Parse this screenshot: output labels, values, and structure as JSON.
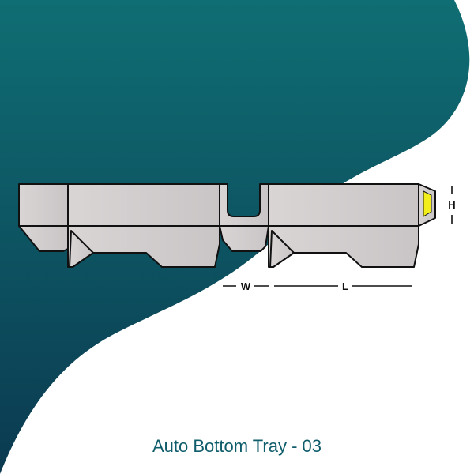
{
  "caption": "Auto Bottom Tray - 03",
  "dimensions": {
    "width_label": "W",
    "length_label": "L",
    "height_label": "H"
  },
  "colors": {
    "background_dark": "#0b3d52",
    "background_teal": "#0f6a72",
    "panel_fill": "#d6d2d2",
    "outline": "#111111",
    "glue_flap": "#f2ee1c",
    "caption": "#0f5d6b"
  }
}
